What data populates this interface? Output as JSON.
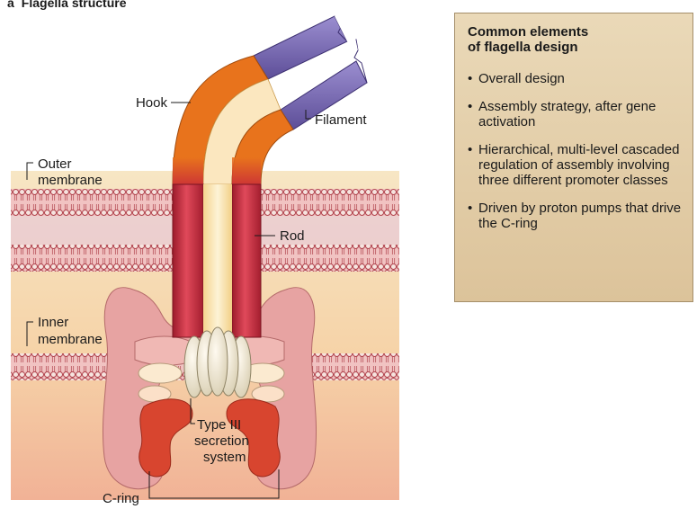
{
  "figure": {
    "panel_letter": "a",
    "title": "Flagella structure"
  },
  "labels": {
    "hook": "Hook",
    "filament": "Filament",
    "outer_membrane_line1": "Outer",
    "outer_membrane_line2": "membrane",
    "rod": "Rod",
    "inner_membrane_line1": "Inner",
    "inner_membrane_line2": "membrane",
    "type3_line1": "Type III",
    "type3_line2": "secretion",
    "type3_line3": "system",
    "c_ring": "C-ring"
  },
  "sidebar": {
    "title": "Common elements\nof flagella design",
    "items": [
      {
        "bullet": "•",
        "text": "Overall design"
      },
      {
        "bullet": "•",
        "text": "Assembly strategy, after gene activation"
      },
      {
        "bullet": "•",
        "text": "Hierarchical, multi-level cascaded regulation of assembly involving three different promoter classes"
      },
      {
        "bullet": "•",
        "text": "Driven by proton pumps that drive the C-ring"
      }
    ]
  },
  "colors": {
    "hook_orange": "#e8731c",
    "filament_purple": "#7c6db3",
    "rod_red": "#c7283a",
    "core_cream": "#f9e7b8",
    "membrane_pink": "#e9b6b4",
    "cytoplasm_peach": "#f2b49a",
    "sidebar_tan": "#e3cda6"
  }
}
